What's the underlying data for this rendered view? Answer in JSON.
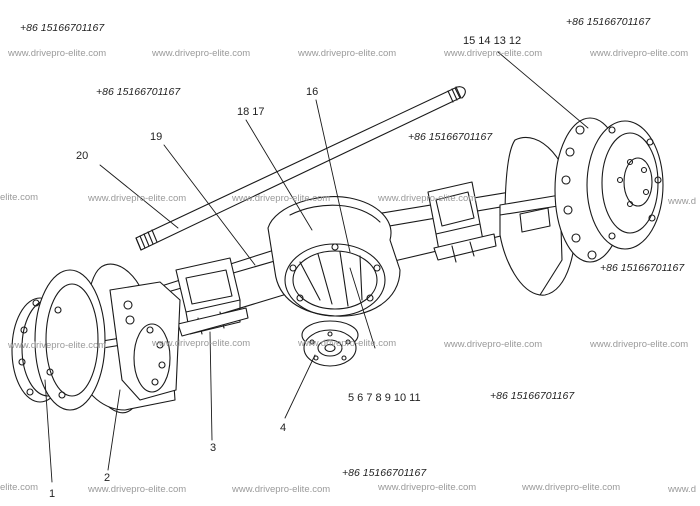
{
  "phone": "+86 15166701167",
  "watermark": "www.drivepro-elite.com",
  "watermark_partial_left": "elite.com",
  "watermark_partial_right": "www.d",
  "callouts": {
    "n1": "1",
    "n2": "2",
    "n3": "3",
    "n4": "4",
    "n5_11": "5  6  7  8  9  10  11",
    "n12_15": "15  14  13  12",
    "n16": "16",
    "n17_18": "18  17",
    "n19": "19",
    "n20": "20"
  },
  "colors": {
    "line": "#1a1a1a",
    "watermark": "#9a9a9a",
    "text": "#222222"
  }
}
